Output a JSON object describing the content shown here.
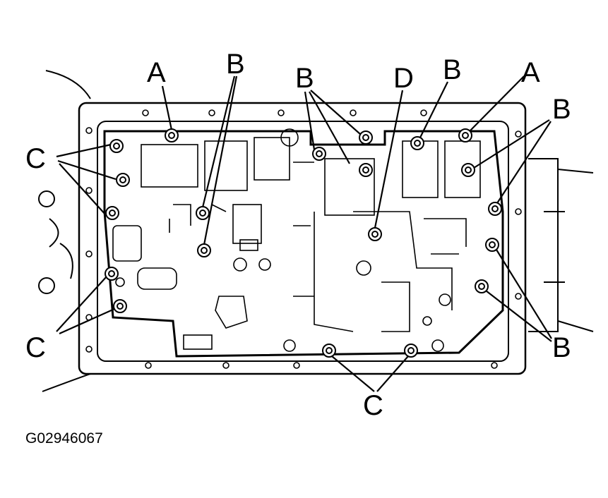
{
  "figure_id": "G02946067",
  "callouts": {
    "a_left": "A",
    "a_right": "A",
    "b_top_left": "B",
    "b_top_mid": "B",
    "b_top_right": "B",
    "b_far_right": "B",
    "b_bottom_right": "B",
    "c_left_top": "C",
    "c_left_bottom": "C",
    "c_bottom": "C",
    "d_center": "D"
  },
  "colors": {
    "ink": "#000000",
    "paper": "#ffffff"
  }
}
